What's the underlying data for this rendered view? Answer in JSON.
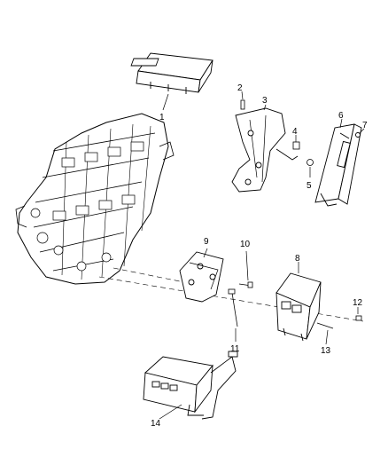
{
  "callouts": [
    "1",
    "2",
    "3",
    "4",
    "5",
    "6",
    "7",
    "8",
    "9",
    "10",
    "11",
    "12",
    "13",
    "14"
  ],
  "icons": {
    "engine": "engine-block-icon",
    "module": "control-module-icon",
    "bracket": "mounting-bracket-icon",
    "bolt": "bolt-icon",
    "nut": "nut-icon",
    "stud": "stud-icon"
  }
}
